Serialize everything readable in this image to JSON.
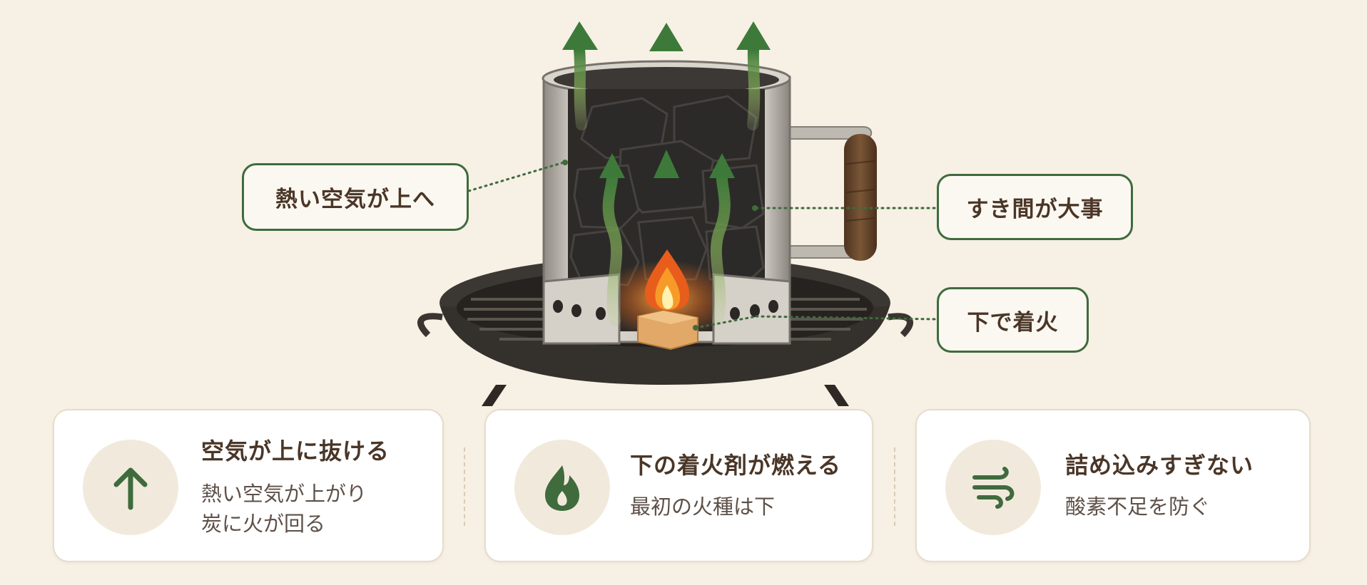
{
  "callouts": {
    "hot_air": "熱い空気が上へ",
    "gaps": "すき間が大事",
    "ignite": "下で着火"
  },
  "cards": [
    {
      "icon": "arrow-up-icon",
      "title": "空気が上に抜ける",
      "text_line1": "熱い空気が上がり",
      "text_line2": "炭に火が回る"
    },
    {
      "icon": "flame-icon",
      "title": "下の着火剤が燃える",
      "text_line1": "最初の火種は下"
    },
    {
      "icon": "wind-icon",
      "title": "詰め込みすぎない",
      "text_line1": "酸素不足を防ぐ"
    }
  ],
  "colors": {
    "background": "#f7f0e4",
    "accent_green": "#3f6b3d",
    "text_brown": "#4a3627",
    "icon_circle": "#f1eadc"
  }
}
